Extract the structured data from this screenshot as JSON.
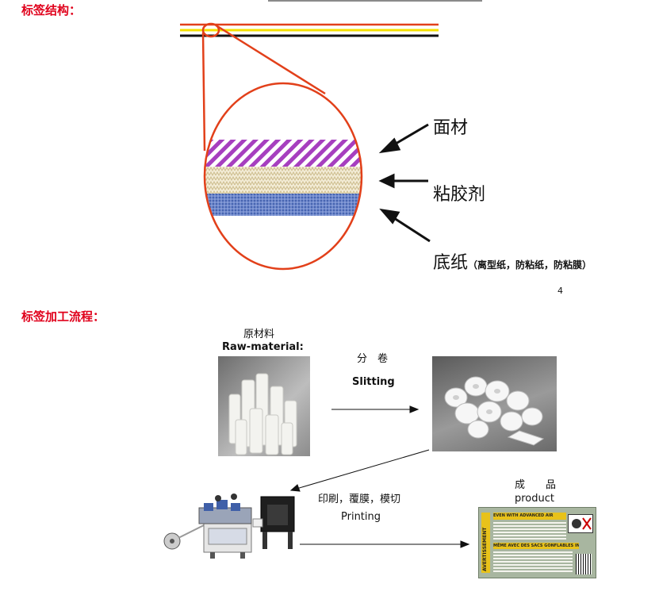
{
  "section1": {
    "title": "标签结构："
  },
  "structure": {
    "layer_top": "面材",
    "layer_mid": "粘胶剂",
    "layer_bottom": "底纸",
    "layer_bottom_note": "（离型纸，防粘纸，防粘膜）",
    "colors": {
      "red": "#e2401a",
      "yellow": "#f5e000",
      "black": "#111111",
      "purple": "#a63fbf",
      "beige": "#e9e0c4",
      "blue": "#5a79c4"
    }
  },
  "page_number": "4",
  "section2": {
    "title": "标签加工流程："
  },
  "process": {
    "raw_cn": "原材料",
    "raw_en": "Raw-material:",
    "slit_cn": "分　卷",
    "slit_en": "Slitting",
    "print_cn": "印刷，覆膜，模切",
    "print_en": "Printing",
    "product_cn": "成　　品",
    "product_en": "product"
  },
  "label_card": {
    "header": "EVEN WITH ADVANCED AIR BAGS",
    "header2": "MÊME AVEC DES SACS GONFLABLES INTELLIGENTS",
    "side": "AVERTISSEMENT",
    "barcode": "|||| ||| |||| || ||||"
  }
}
